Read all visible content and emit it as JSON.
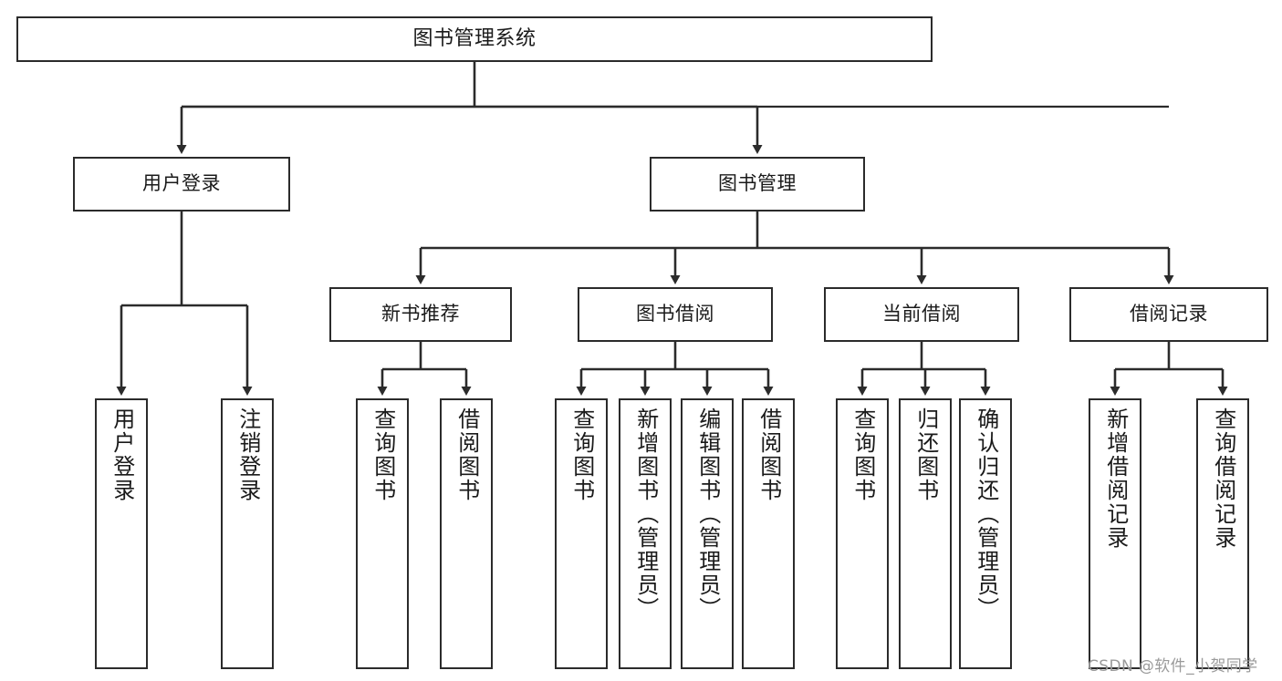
{
  "diagram": {
    "title_node": {
      "label": "图书管理系统"
    },
    "level1": [
      {
        "label": "用户登录"
      },
      {
        "label": "图书管理"
      }
    ],
    "level2": [
      {
        "label": "新书推荐"
      },
      {
        "label": "图书借阅"
      },
      {
        "label": "当前借阅"
      },
      {
        "label": "借阅记录"
      }
    ],
    "leaves": {
      "user_login": [
        {
          "label": "用户登录"
        },
        {
          "label": "注销登录"
        }
      ],
      "new_book": [
        {
          "label": "查询图书"
        },
        {
          "label": "借阅图书"
        }
      ],
      "book_borrow": [
        {
          "label": "查询图书"
        },
        {
          "label": "新增图书（管理员）"
        },
        {
          "label": "编辑图书（管理员）"
        },
        {
          "label": "借阅图书"
        }
      ],
      "current_borrow": [
        {
          "label": "查询图书"
        },
        {
          "label": "归还图书"
        },
        {
          "label": "确认归还（管理员）"
        }
      ],
      "borrow_record": [
        {
          "label": "新增借阅记录"
        },
        {
          "label": "查询借阅记录"
        }
      ]
    }
  },
  "watermark": {
    "text": "CSDN @软件_小贺同学"
  },
  "colors": {
    "stroke": "#2b2b2b",
    "fill": "#ffffff",
    "text": "#1a1a1a",
    "watermark": "#9a9a9a"
  }
}
